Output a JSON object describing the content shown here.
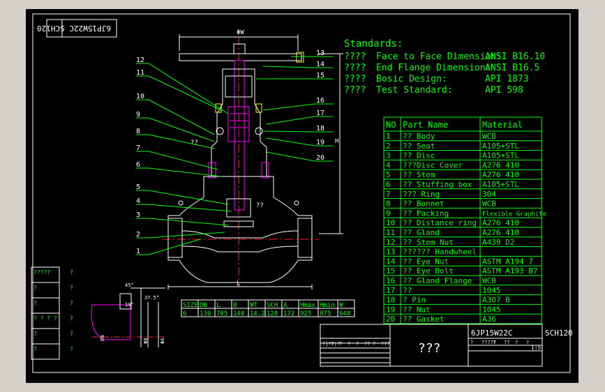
{
  "app": {
    "background": "#d4d0c8",
    "paper": "#000000"
  },
  "colors": {
    "frame": "#ffffff",
    "text": "#00ff00",
    "table": "#00ff00",
    "outline": "#ffffff",
    "accent_magenta": "#ff00ff",
    "accent_yellow": "#ffff00",
    "centerline": "#ff2020",
    "note_text": "#ffffff"
  },
  "drawing_code": {
    "upside": "6JP15W22C SCH120"
  },
  "standards": {
    "title": "Standards:",
    "lines": [
      {
        "prefix": "????",
        "label": "Face to Face Dimension:",
        "value": "ANSI B16.10"
      },
      {
        "prefix": "????",
        "label": "End Flange Dimension:",
        "value": "ANSI B16.5"
      },
      {
        "prefix": "????",
        "label": "Bosic Design:",
        "value": "API 1873"
      },
      {
        "prefix": "????",
        "label": "Test Standard:",
        "value": "API 598"
      }
    ]
  },
  "parts_table": {
    "headers": [
      "NO",
      "Part Name",
      "Material"
    ],
    "rows": [
      [
        "1",
        "?? Body",
        "WCB"
      ],
      [
        "2",
        "?? Seat",
        "A105+STL"
      ],
      [
        "3",
        "?? Disc",
        "A105+STL"
      ],
      [
        "4",
        "???Disc Cover",
        "A276 410"
      ],
      [
        "5",
        "?? Stem",
        "A276 410"
      ],
      [
        "6",
        "?? Stuffing box",
        "A105+STL"
      ],
      [
        "7",
        "??? Ring",
        "304"
      ],
      [
        "8",
        "?? Bonnet",
        "WCB"
      ],
      [
        "9",
        "?? Packing",
        "Flexible Graphite"
      ],
      [
        "10",
        "?? Distance ring",
        "A276 410"
      ],
      [
        "11",
        "?? Gland",
        "A276 410"
      ],
      [
        "12",
        "?? Stem Nut",
        "A439 D2"
      ],
      [
        "13",
        "?????? Handwheel",
        ""
      ],
      [
        "14",
        "?? Eye Nut",
        "ASTM A194 7"
      ],
      [
        "15",
        "?? Eye Bolt",
        "ASTM A193 B7"
      ],
      [
        "16",
        "?? Gland Flange",
        "WCB"
      ],
      [
        "17",
        "??",
        "1045"
      ],
      [
        "18",
        "? Pin",
        "A307 B"
      ],
      [
        "19",
        "?? Nut",
        "1045"
      ],
      [
        "20",
        "?? Gasket",
        "A36"
      ]
    ]
  },
  "size_table": {
    "headers": [
      "SIZE",
      "DN",
      "L",
      "B",
      "WT",
      "SCH",
      "A",
      "Hmax",
      "Hmin",
      "W"
    ],
    "values": [
      "6",
      "136",
      "705",
      "140",
      "14.2",
      "120",
      "172",
      "925",
      "875",
      "640"
    ]
  },
  "title_block": {
    "code": "6JP15W22C",
    "sch": "SCH120",
    "name": "???",
    "scale": "1:5",
    "grid_left": [
      "?|??|?",
      "?",
      "?",
      "?",
      "?",
      "??",
      "?",
      "???"
    ],
    "grid_right": [
      "?",
      "?????",
      "?",
      "??",
      "?",
      "?"
    ]
  },
  "side_table": [
    "?????",
    "?",
    "?",
    "? ? ? ?",
    "?",
    "?"
  ],
  "callouts": {
    "left": [
      "12",
      "11",
      "10",
      "9",
      "8",
      "7",
      "6",
      "5",
      "4",
      "3",
      "2",
      "1"
    ],
    "right": [
      "13",
      "14",
      "15",
      "16",
      "17",
      "18",
      "19",
      "20"
    ]
  },
  "dims": {
    "w": "ΦW",
    "h": "H",
    "l": "L",
    "note": "??",
    "note2": "??",
    "ang1": "45°",
    "ang2": "37.5°",
    "ang3": "10°",
    "dn": "DN",
    "a": "ΦA",
    "b": "ΦB"
  }
}
